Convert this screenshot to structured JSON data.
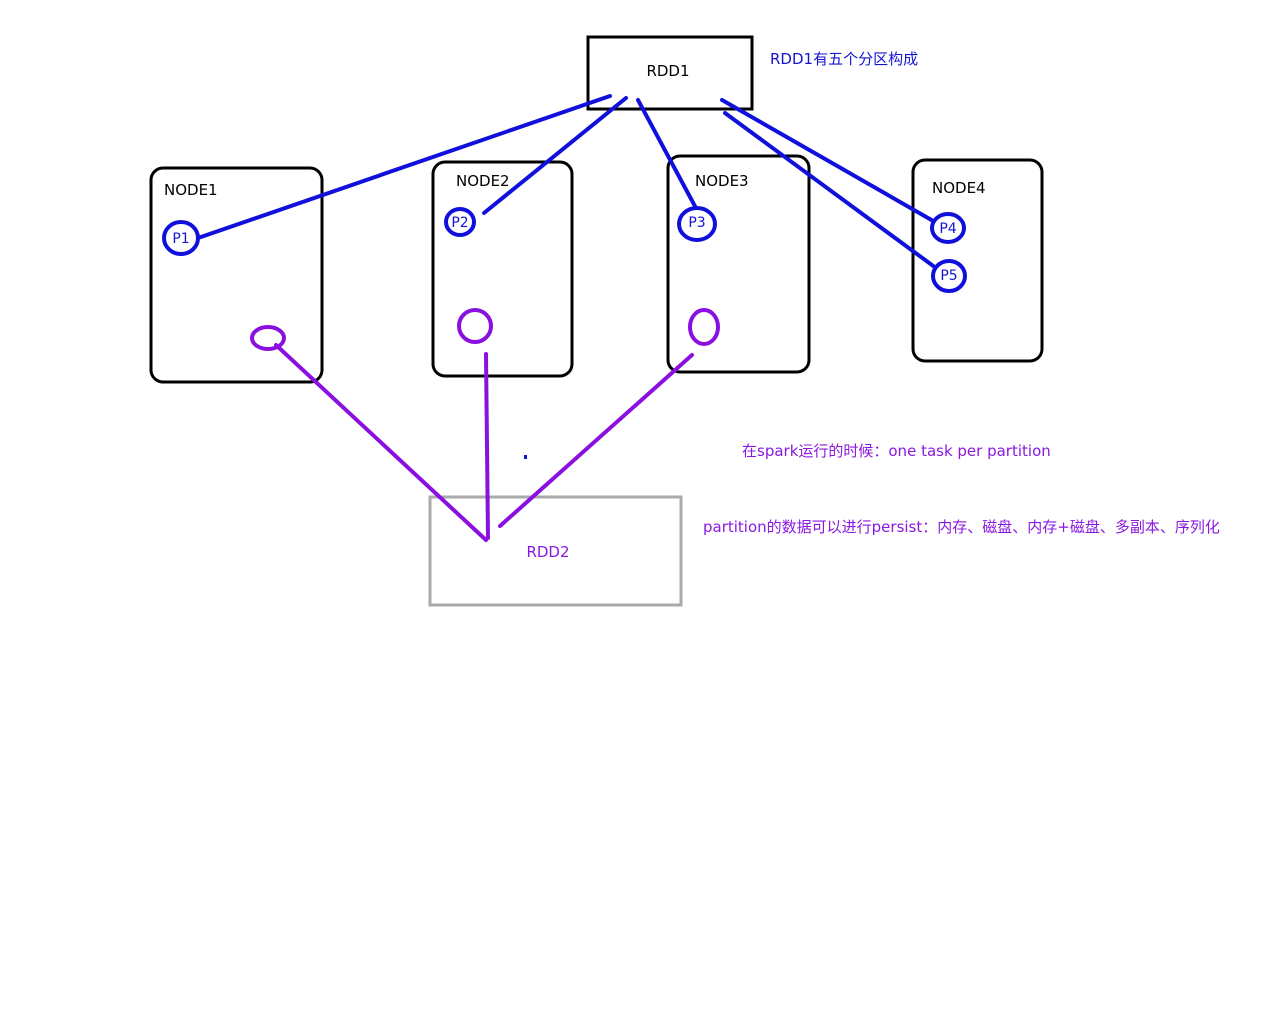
{
  "rdd1": {
    "label": "RDD1",
    "note": "RDD1有五个分区构成"
  },
  "nodes": [
    {
      "label": "NODE1"
    },
    {
      "label": "NODE2"
    },
    {
      "label": "NODE3"
    },
    {
      "label": "NODE4"
    }
  ],
  "partitions": [
    {
      "label": "P1"
    },
    {
      "label": "P2"
    },
    {
      "label": "P3"
    },
    {
      "label": "P4"
    },
    {
      "label": "P5"
    }
  ],
  "rdd2": {
    "label": "RDD2"
  },
  "notes": {
    "task_note": "在spark运行的时候：one task per partition",
    "persist_note": "partition的数据可以进行persist：内存、磁盘、内存+磁盘、多副本、序列化"
  },
  "colors": {
    "node_stroke": "#000000",
    "rdd1_link": "#1010dd",
    "rdd2_link": "#8a10e0",
    "rdd2_box": "#aaaaaa",
    "blue_text": "#1414d2",
    "purple_text": "#8a18e0"
  }
}
